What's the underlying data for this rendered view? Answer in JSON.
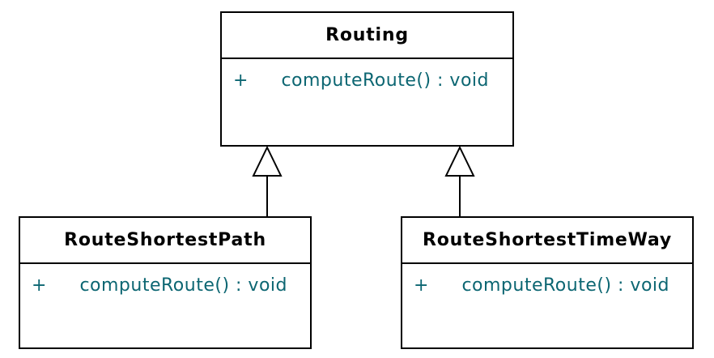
{
  "diagram": {
    "kind": "uml-class-diagram",
    "colors": {
      "background": "#ffffff",
      "border": "#000000",
      "class_name_text": "#000000",
      "method_text": "#0c6672"
    },
    "classes": [
      {
        "name": "Routing",
        "methods": [
          {
            "visibility": "+",
            "signature": "computeRoute() : void"
          }
        ]
      },
      {
        "name": "RouteShortestPath",
        "methods": [
          {
            "visibility": "+",
            "signature": "computeRoute() : void"
          }
        ]
      },
      {
        "name": "RouteShortestTimeWay",
        "methods": [
          {
            "visibility": "+",
            "signature": "computeRoute() : void"
          }
        ]
      }
    ],
    "relationships": [
      {
        "type": "generalization",
        "from": "RouteShortestPath",
        "to": "Routing"
      },
      {
        "type": "generalization",
        "from": "RouteShortestTimeWay",
        "to": "Routing"
      }
    ]
  }
}
